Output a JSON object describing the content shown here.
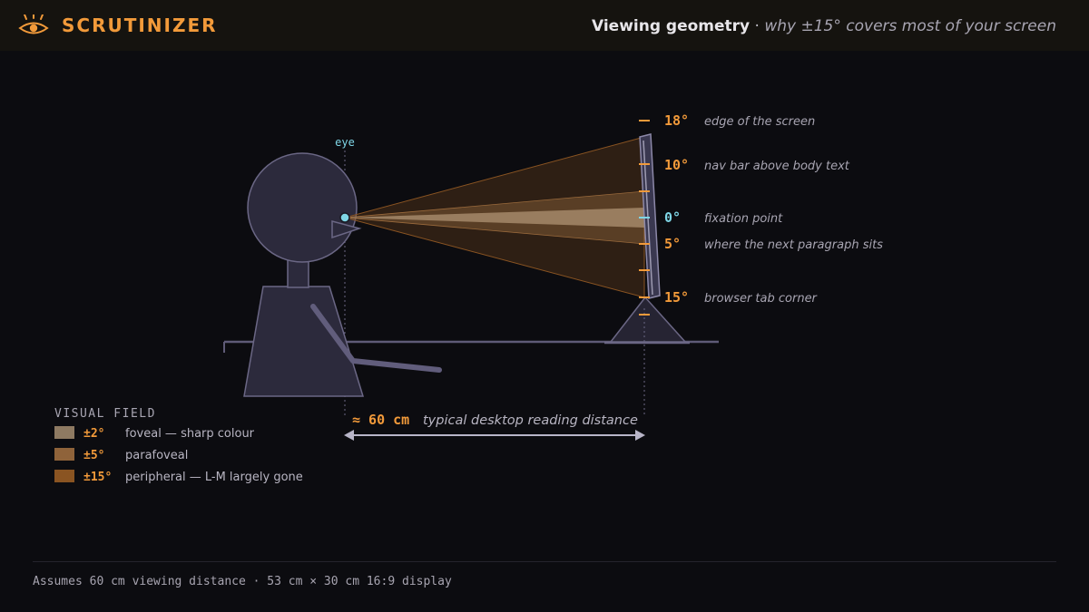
{
  "app": {
    "name": "SCRUTINIZER"
  },
  "header": {
    "title": "Viewing geometry",
    "separator": "·",
    "subtitle": "why ±15° covers most of your screen"
  },
  "diagram": {
    "eye_label": "eye",
    "angle_labels": [
      {
        "angle": "18°",
        "text": "edge of the screen",
        "highlight": false
      },
      {
        "angle": "10°",
        "text": "nav bar above body text",
        "highlight": false
      },
      {
        "angle": "0°",
        "text": "fixation point",
        "highlight": true
      },
      {
        "angle": "5°",
        "text": "where the next paragraph sits",
        "highlight": false
      },
      {
        "angle": "15°",
        "text": "browser tab corner",
        "highlight": false
      }
    ],
    "distance": {
      "value": "≈ 60 cm",
      "label": "typical desktop reading distance"
    },
    "colors": {
      "accent": "#f29a3a",
      "fixation": "#7fd6e6",
      "figure_fill": "#2c2a3c",
      "figure_stroke": "#6b6785"
    }
  },
  "legend": {
    "title": "VISUAL FIELD",
    "items": [
      {
        "angle": "±2°",
        "label": "foveal — sharp colour",
        "color": "#8e7a62"
      },
      {
        "angle": "±5°",
        "label": "parafoveal",
        "color": "#8f633a"
      },
      {
        "angle": "±15°",
        "label": "peripheral — L-M largely gone",
        "color": "#8a5422"
      }
    ]
  },
  "footer": {
    "note": "Assumes 60 cm viewing distance · 53 cm × 30 cm 16:9 display"
  }
}
